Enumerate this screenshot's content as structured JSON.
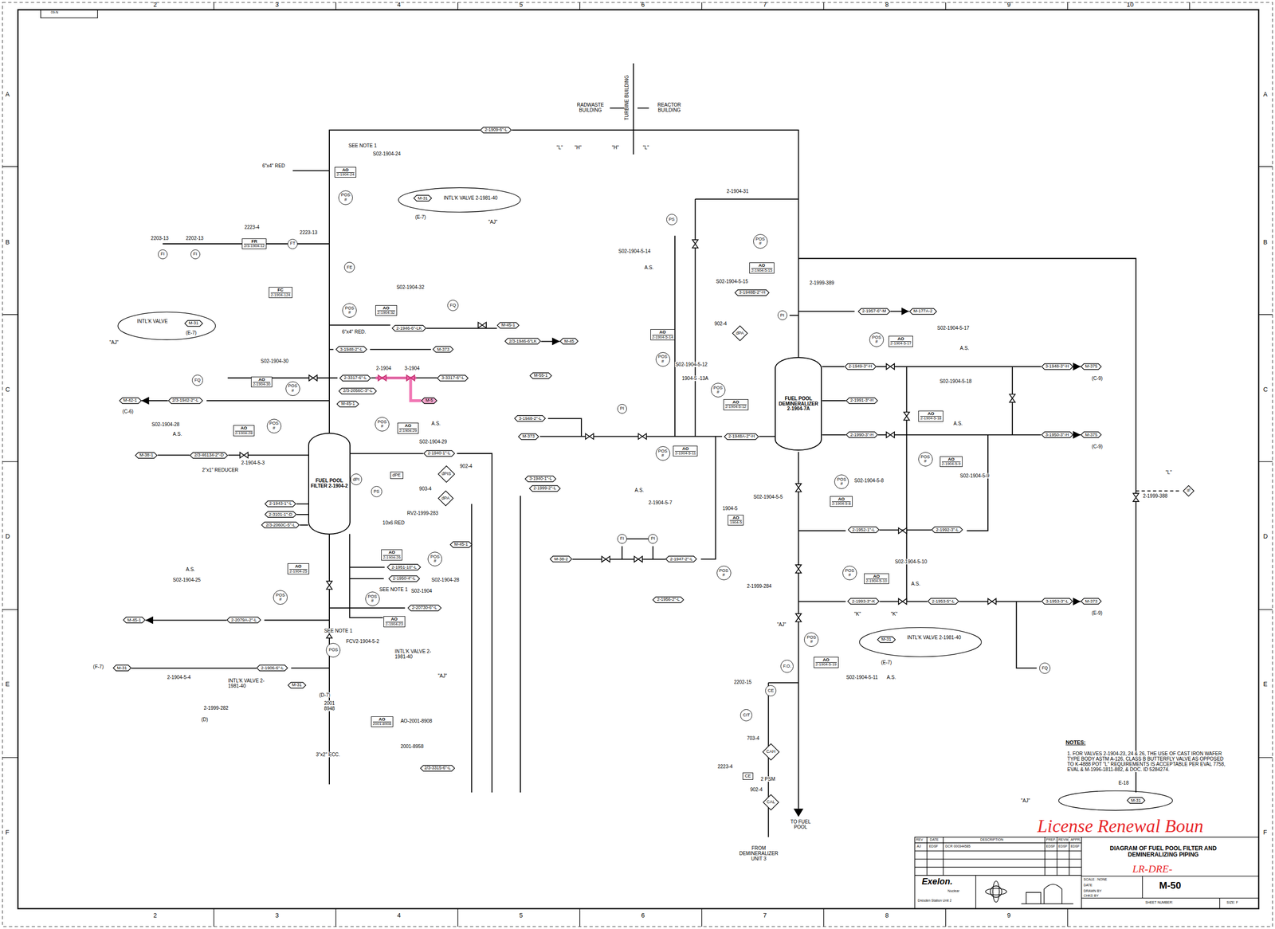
{
  "diagram": {
    "nodes": [
      {
        "text": [
          "FUEL POOL FILTER 2-1904-2"
        ]
      },
      {
        "text": [
          "FUEL POOL DEMINERALIZER 2-1904-7A"
        ]
      },
      {
        "text": [
          "2-1909-6\"-L"
        ]
      },
      {
        "text": [
          "AO",
          "2-1904-24"
        ]
      },
      {
        "text": [
          "POS",
          "#"
        ]
      },
      {
        "text": [
          "M-31"
        ]
      },
      {
        "text": [
          "FI"
        ]
      },
      {
        "text": [
          "FI"
        ]
      },
      {
        "text": [
          "FR",
          "2/3-1904-12"
        ]
      },
      {
        "text": [
          "FT"
        ]
      },
      {
        "text": [
          "FE"
        ]
      },
      {
        "text": [
          "FC",
          "2-1904-124"
        ]
      },
      {
        "text": [
          "M-31"
        ]
      },
      {
        "text": [
          "AO",
          "2-1904-32"
        ]
      },
      {
        "text": [
          "POS",
          "#"
        ]
      },
      {
        "text": [
          "FQ"
        ]
      },
      {
        "text": [
          "2-1946-6\"-LK"
        ]
      },
      {
        "text": [
          "M-45-1"
        ]
      },
      {
        "text": [
          "3-1948-2\"-L"
        ]
      },
      {
        "text": [
          "M-373"
        ]
      },
      {
        "text": [
          "2/3-1946-6\"LK"
        ]
      },
      {
        "text": [
          "M-45"
        ]
      },
      {
        "text": [
          "2-3317-6\"-L"
        ]
      },
      {
        "text": [
          "3-3317-6\"-L"
        ]
      },
      {
        "text": [
          "M-5"
        ]
      },
      {
        "text": [
          "2/3-2056C-3\"-L"
        ]
      },
      {
        "text": [
          "M-45-1"
        ]
      },
      {
        "text": [
          "2/3-1942-2\"-L"
        ]
      },
      {
        "text": [
          "M-42-1"
        ]
      },
      {
        "text": [
          "AO",
          "2-1904-30"
        ]
      },
      {
        "text": [
          "POS",
          "#"
        ]
      },
      {
        "text": [
          "FQ"
        ]
      },
      {
        "text": [
          "AO",
          "2-1904-28"
        ]
      },
      {
        "text": [
          "POS",
          "#"
        ]
      },
      {
        "text": [
          "M-38-1"
        ]
      },
      {
        "text": [
          "2/3-46134-2\"-D"
        ]
      },
      {
        "text": [
          "2-1940-1\"-L"
        ]
      },
      {
        "text": [
          "AO",
          "2-1904-29"
        ]
      },
      {
        "text": [
          "POS",
          "#"
        ]
      },
      {
        "text": [
          "3-1940-1\"-L"
        ]
      },
      {
        "text": [
          "M-55-1"
        ]
      },
      {
        "text": [
          "3-1948-2\"-L"
        ]
      },
      {
        "text": [
          "M-373"
        ]
      },
      {
        "text": [
          "dPE"
        ]
      },
      {
        "text": [
          "dPIS"
        ]
      },
      {
        "text": [
          "dPI"
        ]
      },
      {
        "text": [
          "PS"
        ]
      },
      {
        "text": [
          "dPA"
        ]
      },
      {
        "text": [
          "2-1951-10\"-L"
        ]
      },
      {
        "text": [
          "2-1950-4\"-L"
        ]
      },
      {
        "text": [
          "M-45-1"
        ]
      },
      {
        "text": [
          "AO",
          "2-1904-26"
        ]
      },
      {
        "text": [
          "POS",
          "#"
        ]
      },
      {
        "text": [
          "2-20730-6\"-L"
        ]
      },
      {
        "text": [
          "AO",
          "2-1904-23"
        ]
      },
      {
        "text": [
          "POS",
          "#"
        ]
      },
      {
        "text": [
          "2-1943-1\"-L"
        ]
      },
      {
        "text": [
          "2-3101-1\"-D"
        ]
      },
      {
        "text": [
          "2/3-2060C-5\"-L"
        ]
      },
      {
        "text": [
          "AO",
          "2-1904-25"
        ]
      },
      {
        "text": [
          "POS",
          "#"
        ]
      },
      {
        "text": [
          "M-45-1"
        ]
      },
      {
        "text": [
          "2-2079A-2\"-L"
        ]
      },
      {
        "text": [
          "POS"
        ]
      },
      {
        "text": [
          "M-31"
        ]
      },
      {
        "text": [
          "2-1906-6\"-L"
        ]
      },
      {
        "text": [
          "M-31"
        ]
      },
      {
        "text": [
          "AO",
          "2001-8908"
        ]
      },
      {
        "text": [
          "2/3-3315-6\"-L"
        ]
      },
      {
        "text": [
          "PI"
        ]
      },
      {
        "text": [
          "AO",
          "2-1904-5-14"
        ]
      },
      {
        "text": [
          "POS",
          "#"
        ]
      },
      {
        "text": [
          "PS"
        ]
      },
      {
        "text": [
          "POS",
          "#"
        ]
      },
      {
        "text": [
          "AO",
          "2-1904-5-15"
        ]
      },
      {
        "text": [
          "3-1948B-2\"-H"
        ]
      },
      {
        "text": [
          "PI"
        ]
      },
      {
        "text": [
          "dPA"
        ]
      },
      {
        "text": [
          "AO",
          "2-1904-5-12"
        ]
      },
      {
        "text": [
          "POS",
          "#"
        ]
      },
      {
        "text": [
          "2-1948A-2\"-H"
        ]
      },
      {
        "text": [
          "AO",
          "2-1904-5-11"
        ]
      },
      {
        "text": [
          "POS",
          "#"
        ]
      },
      {
        "text": [
          "FI"
        ]
      },
      {
        "text": [
          "PI"
        ]
      },
      {
        "text": [
          "M-38-2"
        ]
      },
      {
        "text": [
          "2-1947-2\"-L"
        ]
      },
      {
        "text": [
          "2-1956-2\"-L"
        ]
      },
      {
        "text": [
          "AO",
          "1904-5"
        ]
      },
      {
        "text": [
          "POS",
          "#"
        ]
      },
      {
        "text": [
          "2-1999-2\"-L"
        ]
      },
      {
        "text": [
          "2-1957-6\"-M"
        ]
      },
      {
        "text": [
          "M-177A-2"
        ]
      },
      {
        "text": [
          "POS",
          "#"
        ]
      },
      {
        "text": [
          "AO",
          "2-1904-5-17"
        ]
      },
      {
        "text": [
          "2-1949-3\"-H"
        ]
      },
      {
        "text": [
          "3-1948-3\"-H"
        ]
      },
      {
        "text": [
          "M-375"
        ]
      },
      {
        "text": [
          "AO",
          "2-1904-5-18"
        ]
      },
      {
        "text": [
          "2-1991-3\"-H"
        ]
      },
      {
        "text": [
          "2-1990-3\"-H"
        ]
      },
      {
        "text": [
          "AO",
          "2-1904-5-9"
        ]
      },
      {
        "text": [
          "POS",
          "#"
        ]
      },
      {
        "text": [
          "3-1950-3\"-H"
        ]
      },
      {
        "text": [
          "M-375"
        ]
      },
      {
        "text": [
          "AO",
          "2-1904-5-8"
        ]
      },
      {
        "text": [
          "POS",
          "#"
        ]
      },
      {
        "text": [
          "2-1952-1\"-L"
        ]
      },
      {
        "text": [
          "2-1992-3\"-L"
        ]
      },
      {
        "text": [
          "AO",
          "2-1904-5-10"
        ]
      },
      {
        "text": [
          "POS",
          "#"
        ]
      },
      {
        "text": [
          "2-1993-3\"-K"
        ]
      },
      {
        "text": [
          "2-1953-5\"-L"
        ]
      },
      {
        "text": [
          "3-1953-3\"-L"
        ]
      },
      {
        "text": [
          "M-373"
        ]
      },
      {
        "text": [
          "POS",
          "#"
        ]
      },
      {
        "text": [
          "AO",
          "2-1904-5-19"
        ]
      },
      {
        "text": [
          "M-31"
        ]
      },
      {
        "text": [
          "FQ"
        ]
      },
      {
        "text": [
          "IF"
        ]
      },
      {
        "text": [
          "CE"
        ]
      },
      {
        "text": [
          "CIT"
        ]
      },
      {
        "text": [
          "CAH"
        ]
      },
      {
        "text": [
          "CE"
        ]
      },
      {
        "text": [
          "CAL"
        ]
      },
      {
        "text": [
          "F.O."
        ]
      },
      {
        "text": [
          "M-31"
        ]
      }
    ],
    "edges": [
      {
        "from": 0,
        "to": 2,
        "arrow": "none"
      },
      {
        "from": 2,
        "to": 1,
        "arrow": "none"
      },
      {
        "from": 22,
        "to": 23,
        "arrow": "none"
      },
      {
        "from": 27,
        "to": 28,
        "arrow": "to"
      },
      {
        "from": 34,
        "to": 35,
        "arrow": "none"
      },
      {
        "from": 35,
        "to": 0,
        "arrow": "none"
      },
      {
        "from": 36,
        "to": 0,
        "arrow": "none"
      },
      {
        "from": 16,
        "to": 17,
        "arrow": "none"
      },
      {
        "from": 20,
        "to": 21,
        "arrow": "to"
      },
      {
        "from": 95,
        "to": 1,
        "arrow": "none"
      },
      {
        "from": 95,
        "to": 96,
        "arrow": "none"
      },
      {
        "from": 96,
        "to": 97,
        "arrow": "to"
      },
      {
        "from": 99,
        "to": 1,
        "arrow": "none"
      },
      {
        "from": 100,
        "to": 1,
        "arrow": "none"
      },
      {
        "from": 100,
        "to": 103,
        "arrow": "none"
      },
      {
        "from": 103,
        "to": 104,
        "arrow": "to"
      },
      {
        "from": 107,
        "to": 108,
        "arrow": "none"
      },
      {
        "from": 111,
        "to": 112,
        "arrow": "none"
      },
      {
        "from": 112,
        "to": 113,
        "arrow": "none"
      },
      {
        "from": 113,
        "to": 114,
        "arrow": "to"
      },
      {
        "from": 85,
        "to": 86,
        "arrow": "none"
      },
      {
        "from": 83,
        "to": 84,
        "arrow": "none"
      },
      {
        "from": 80,
        "to": 1,
        "arrow": "none"
      },
      {
        "from": 91,
        "to": 92,
        "arrow": "to"
      },
      {
        "from": 56,
        "to": 0,
        "arrow": "none"
      },
      {
        "from": 57,
        "to": 0,
        "arrow": "none"
      },
      {
        "from": 58,
        "to": 0,
        "arrow": "none"
      },
      {
        "from": 62,
        "to": 61,
        "arrow": "to"
      },
      {
        "from": 64,
        "to": 65,
        "arrow": "none"
      }
    ],
    "labels": [
      "SEE NOTE 1",
      "S02-1904-24",
      "6\"x4\" RED",
      "INTL'K VALVE 2-1981-40",
      "(E-7)",
      "\"AJ\"",
      "RADWASTE BUILDING",
      "TURBINE BUILDING",
      "REACTOR BUILDING",
      "\"L\"",
      "\"H\"",
      "\"H\"",
      "\"L\"",
      "2203-13",
      "2202-13",
      "2223-4",
      "2223-13",
      "INTL'K VALVE",
      "(E-7)",
      "\"AJ\"",
      "S02-1904-32",
      "6\"x4\" RED.",
      "S02-1904-30",
      "(C-6)",
      "S02-1904-28",
      "2\"x1\" REDUCER",
      "2-1904-5-3",
      "S02-1904-29",
      "2-1904",
      "3-1904",
      "902-4",
      "903-4",
      "RV2-1999-283",
      "10x6 RED",
      "SEE NOTE 1",
      "S02-1904",
      "S02-1904-28",
      "\"AJ\"",
      "SEE NOTE 1",
      "FCV2-1904-5-2",
      "INTL'K VALVE 2-1981-40",
      "(D-7)",
      "INTL'K VALVE 2-1981-40",
      "2-1904-5-4",
      "(F-7)",
      "2-1999-282",
      "(D)",
      "2001 8948",
      "3\"x2\" ECC.",
      "AO-2001-8908",
      "2001-8958",
      "S02-1904-25",
      "S02-1904-5-14",
      "2-1904-31",
      "A.S.",
      "S02-1904-5-15",
      "2-1999-389",
      "902-4",
      "S02-1904-5-12",
      "1904-5 -13A",
      "2-1904-5-7",
      "1904-5",
      "S02-1904-5-5",
      "2-1999-284",
      "\"AJ\"",
      "2202-15",
      "703-4",
      "2223-4",
      "2 PSM",
      "902-4",
      "TO FUEL POOL",
      "FROM DEMINERALIZER UNIT 3",
      "S02-1904-5-17",
      "S02-1904-5-18",
      "S02-1904-5-9",
      "S02-1904-5-8",
      "S02-1904-5-10",
      "S02-1904-5-11",
      "INTL'K VALVE 2-1981-40",
      "(E-7)",
      "2-1999-388",
      "\"L\"",
      "\"AJ\"",
      "(C-9)",
      "(C-9)",
      "(E-9)",
      "\"K\"",
      "\"K\"",
      "NOTES:",
      "1. FOR VALVES 2-1904-23, 24 & 26, THE USE OF CAST IRON WAFER TYPE BODY ASTM A-126, CLASS B BUTTERFLY VALVE AS OPPOSED TO K-4888 POT \"L\" REQUIREMENTS IS ACCEPTABLE PER EVAL 7758, EVAL & M-1996-1811-882, & DOC. ID 5284274.",
      "DIAGRAM OF FUEL POOL FILTER AND DEMINERALIZING PIPING",
      "License Renewal Boun",
      "LR-DRE-",
      "M-50",
      "Exelon.",
      "Nuclear",
      "Dresden Station Unit 2",
      "DCR 000344585",
      "AJ",
      "EDSF",
      "REV",
      "DATE",
      "DESCRIPTION",
      "PREP.",
      "REVW.",
      "APPR.",
      "SCALE : NONE",
      "DATE",
      "DRAWN BY",
      "CHKD BY",
      "SHEET NUMBER:",
      "SIZE: F",
      "EDSF",
      "EDSF",
      "EDSF",
      "2",
      "3",
      "4",
      "5",
      "6",
      "7",
      "8",
      "9",
      "10",
      "A",
      "B",
      "C",
      "D",
      "E",
      "F",
      "A",
      "B",
      "C",
      "D",
      "E",
      "F",
      "2",
      "3",
      "4",
      "5",
      "6",
      "7",
      "8",
      "9",
      "09-N",
      "A.S.",
      "A.S.",
      "A.S.",
      "A.S.",
      "A.S.",
      "A.S.",
      "A.S.",
      "A.S.",
      "E-18"
    ]
  }
}
